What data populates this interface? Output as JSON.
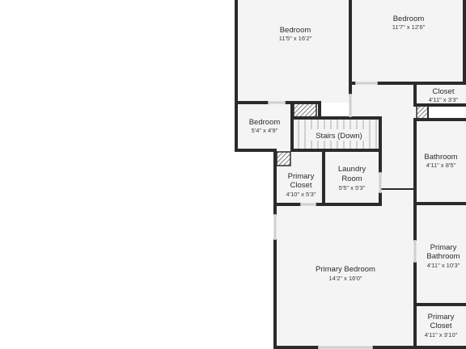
{
  "colors": {
    "wall": "#2b2b2b",
    "floor": "#f4f4f4",
    "window": "#cfcfcf",
    "hatch": "#555555"
  },
  "rooms": {
    "bedroom_1": {
      "name": "Bedroom",
      "dim": "11'5\" x 16'2\""
    },
    "bedroom_2": {
      "name": "Bedroom",
      "dim": "11'7\" x 12'6\""
    },
    "closet": {
      "name": "Closet",
      "dim": "4'11\" x 3'3\""
    },
    "bedroom_3": {
      "name": "Bedroom",
      "dim": "5'4\" x 4'9\""
    },
    "stairs": {
      "name": "Stairs (Down)"
    },
    "bathroom": {
      "name": "Bathroom",
      "dim": "4'11\" x 8'5\""
    },
    "primary_closet_1": {
      "name_line1": "Primary",
      "name_line2": "Closet",
      "dim": "4'10\" x 5'3\""
    },
    "laundry": {
      "name_line1": "Laundry",
      "name_line2": "Room",
      "dim": "5'5\" x 5'3\""
    },
    "primary_bedroom": {
      "name": "Primary Bedroom",
      "dim": "14'2\" x 16'0\""
    },
    "primary_bathroom": {
      "name_line1": "Primary",
      "name_line2": "Bathroom",
      "dim": "4'11\" x 10'3\""
    },
    "primary_closet_2": {
      "name_line1": "Primary",
      "name_line2": "Closet",
      "dim": "4'11\" x 3'10\""
    }
  }
}
